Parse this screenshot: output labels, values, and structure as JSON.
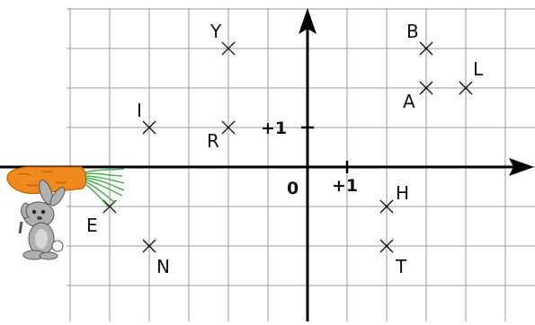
{
  "labels": {
    "origin": "0",
    "x_unit": "+1",
    "y_unit": "+1"
  },
  "points": [
    {
      "name": "B",
      "x": 3,
      "y": 3
    },
    {
      "name": "L",
      "x": 4,
      "y": 2
    },
    {
      "name": "A",
      "x": 3,
      "y": 2
    },
    {
      "name": "Y",
      "x": -2,
      "y": 3
    },
    {
      "name": "I",
      "x": -4,
      "y": 1
    },
    {
      "name": "R",
      "x": -2,
      "y": 1
    },
    {
      "name": "H",
      "x": 2,
      "y": -1
    },
    {
      "name": "T",
      "x": 2,
      "y": -2
    },
    {
      "name": "E",
      "x": -5,
      "y": -1
    },
    {
      "name": "N",
      "x": -4,
      "y": -2
    }
  ],
  "colors": {
    "grid": "#9a9a9a",
    "axis": "#000000",
    "carrot": "#f08a1e",
    "carrot_leaves": "#4caf50",
    "rabbit": "#b0b0b0"
  }
}
